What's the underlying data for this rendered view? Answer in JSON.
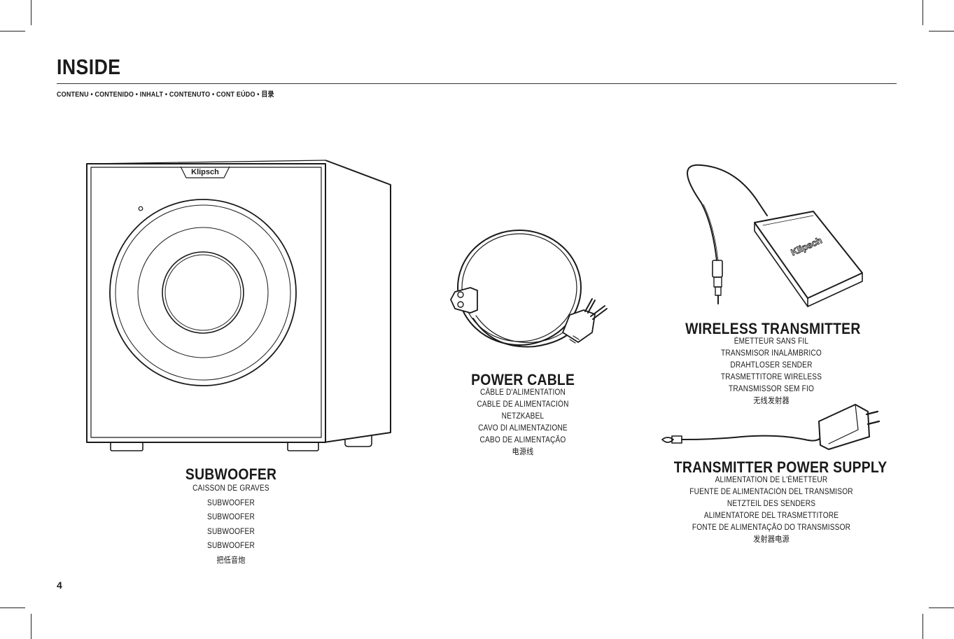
{
  "page": {
    "title": "INSIDE",
    "subtitle": "CONTENU  •  CONTENIDO  •  INHALT  •   CONTENUTO  •   CONT  EÚDO  •  目录",
    "page_number": "4"
  },
  "items": {
    "subwoofer": {
      "heading": "SUBWOOFER",
      "lines": [
        "CAISSON DE GRAVES",
        "SUBWOOFER",
        "SUBWOOFER",
        "SUBWOOFER",
        "SUBWOOFER",
        "把低音炮"
      ],
      "brand": "Klipsch"
    },
    "power_cable": {
      "heading": "POWER CABLE",
      "lines": [
        "CÂBLE D'ALIMENTATION",
        "CABLE DE ALIMENTACIÓN",
        "NETZKABEL",
        "CAVO DI ALIMENTAZIONE",
        "CABO DE ALIMENTAÇÃO",
        "电源线"
      ]
    },
    "wireless_transmitter": {
      "heading": "WIRELESS TRANSMITTER",
      "lines": [
        "ÉMETTEUR SANS FIL",
        "TRANSMISOR INALÁMBRICO",
        "DRAHTLOSER SENDER",
        "TRASMETTITORE WIRELESS",
        "TRANSMISSOR SEM FIO",
        "无线发射器"
      ],
      "brand": "Klipsch"
    },
    "transmitter_power_supply": {
      "heading": "TRANSMITTER POWER SUPPLY",
      "lines": [
        "ALIMENTATION DE L'ÉMETTEUR",
        "FUENTE DE ALIMENTACIÓN DEL TRANSMISOR",
        "NETZTEIL DES SENDERS",
        "ALIMENTATORE DEL TRASMETTITORE",
        "FONTE DE ALIMENTAÇÃO DO TRANSMISSOR",
        "发射器电源"
      ]
    }
  }
}
